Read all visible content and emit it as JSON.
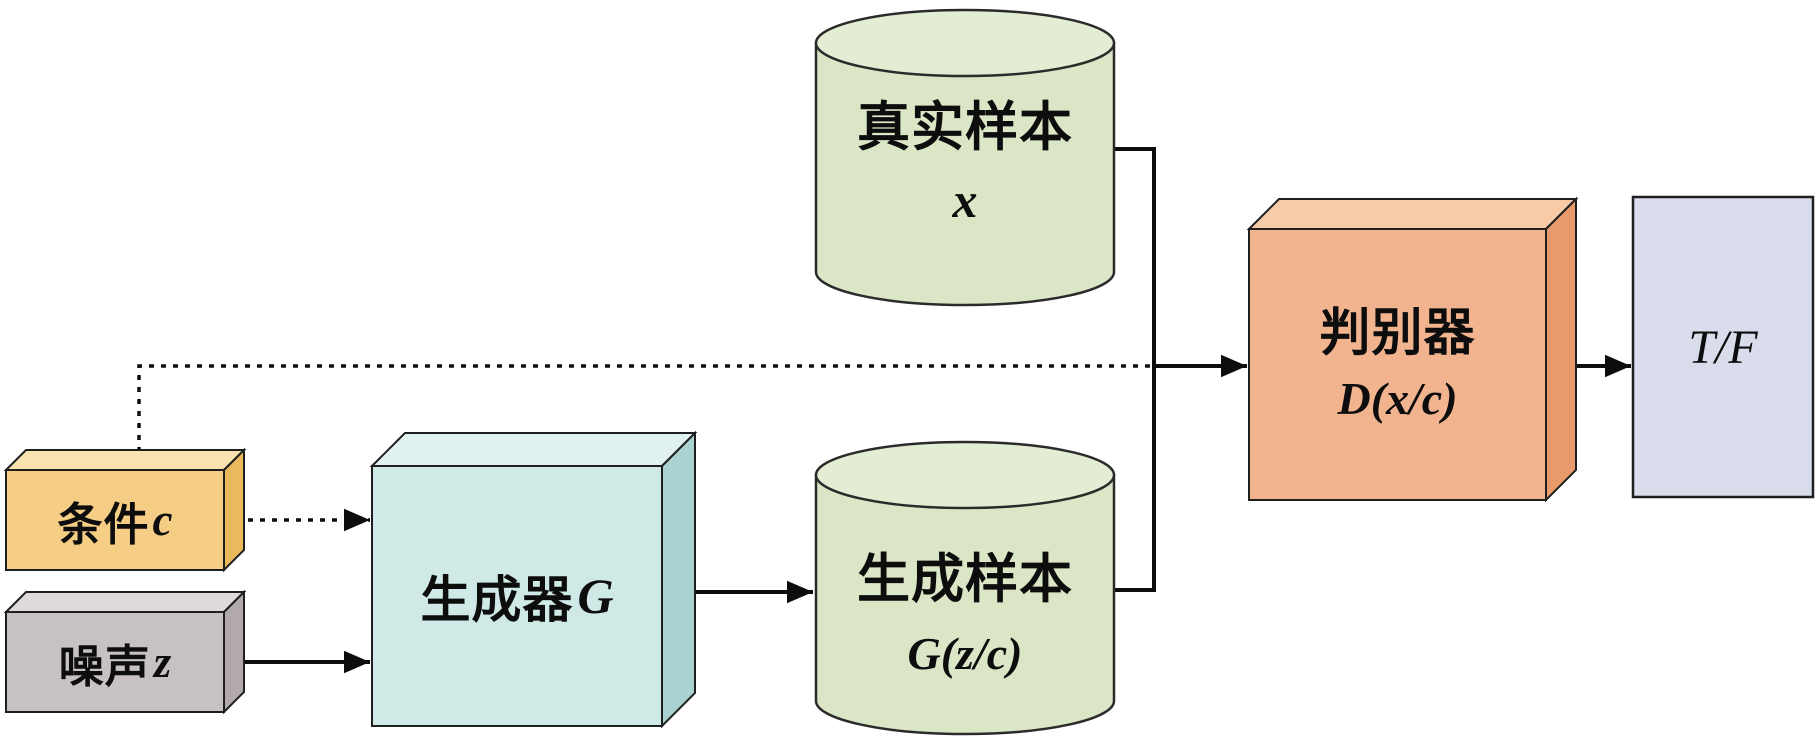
{
  "diagram_type": "conditional-gan-architecture",
  "nodes": {
    "real_samples": {
      "label": "真实样本",
      "symbol": "x",
      "shape": "cylinder"
    },
    "condition": {
      "label": "条件",
      "symbol": "c",
      "shape": "box3d"
    },
    "noise": {
      "label": "噪声",
      "symbol": "z",
      "shape": "box3d"
    },
    "generator": {
      "label": "生成器",
      "symbol": "G",
      "shape": "box3d"
    },
    "generated_samples": {
      "label": "生成样本",
      "symbol": "G(z/c)",
      "shape": "cylinder"
    },
    "discriminator": {
      "label": "判别器",
      "symbol": "D(x/c)",
      "shape": "box3d"
    },
    "output": {
      "label": "T/F",
      "shape": "rect"
    }
  },
  "edges": [
    {
      "from": "condition",
      "to": "generator",
      "style": "dashed-arrow"
    },
    {
      "from": "condition",
      "to": "discriminator",
      "style": "dashed-then-solid-arrow"
    },
    {
      "from": "noise",
      "to": "generator",
      "style": "solid-arrow"
    },
    {
      "from": "generator",
      "to": "generated_samples",
      "style": "solid-arrow"
    },
    {
      "from": "real_samples",
      "to": "discriminator",
      "style": "solid-line-junction"
    },
    {
      "from": "generated_samples",
      "to": "discriminator",
      "style": "solid-line-junction"
    },
    {
      "from": "discriminator",
      "to": "output",
      "style": "solid-arrow"
    }
  ],
  "colors": {
    "cylinder_fill": "#dae6c6",
    "cylinder_top": "#e3edd3",
    "condition_front": "#f5cd84",
    "condition_top": "#fae2af",
    "condition_side": "#eab95c",
    "noise_front": "#c8c1c2",
    "noise_top": "#ded9da",
    "noise_side": "#b1a9aa",
    "generator_front": "#cfe9e7",
    "generator_top": "#e2f2f1",
    "generator_side": "#a8d3d0",
    "discriminator_front": "#f2b48f",
    "discriminator_top": "#f7caa8",
    "discriminator_side": "#e99a6d",
    "output_fill": "#d9dcea",
    "line": "#0d0d0d"
  }
}
